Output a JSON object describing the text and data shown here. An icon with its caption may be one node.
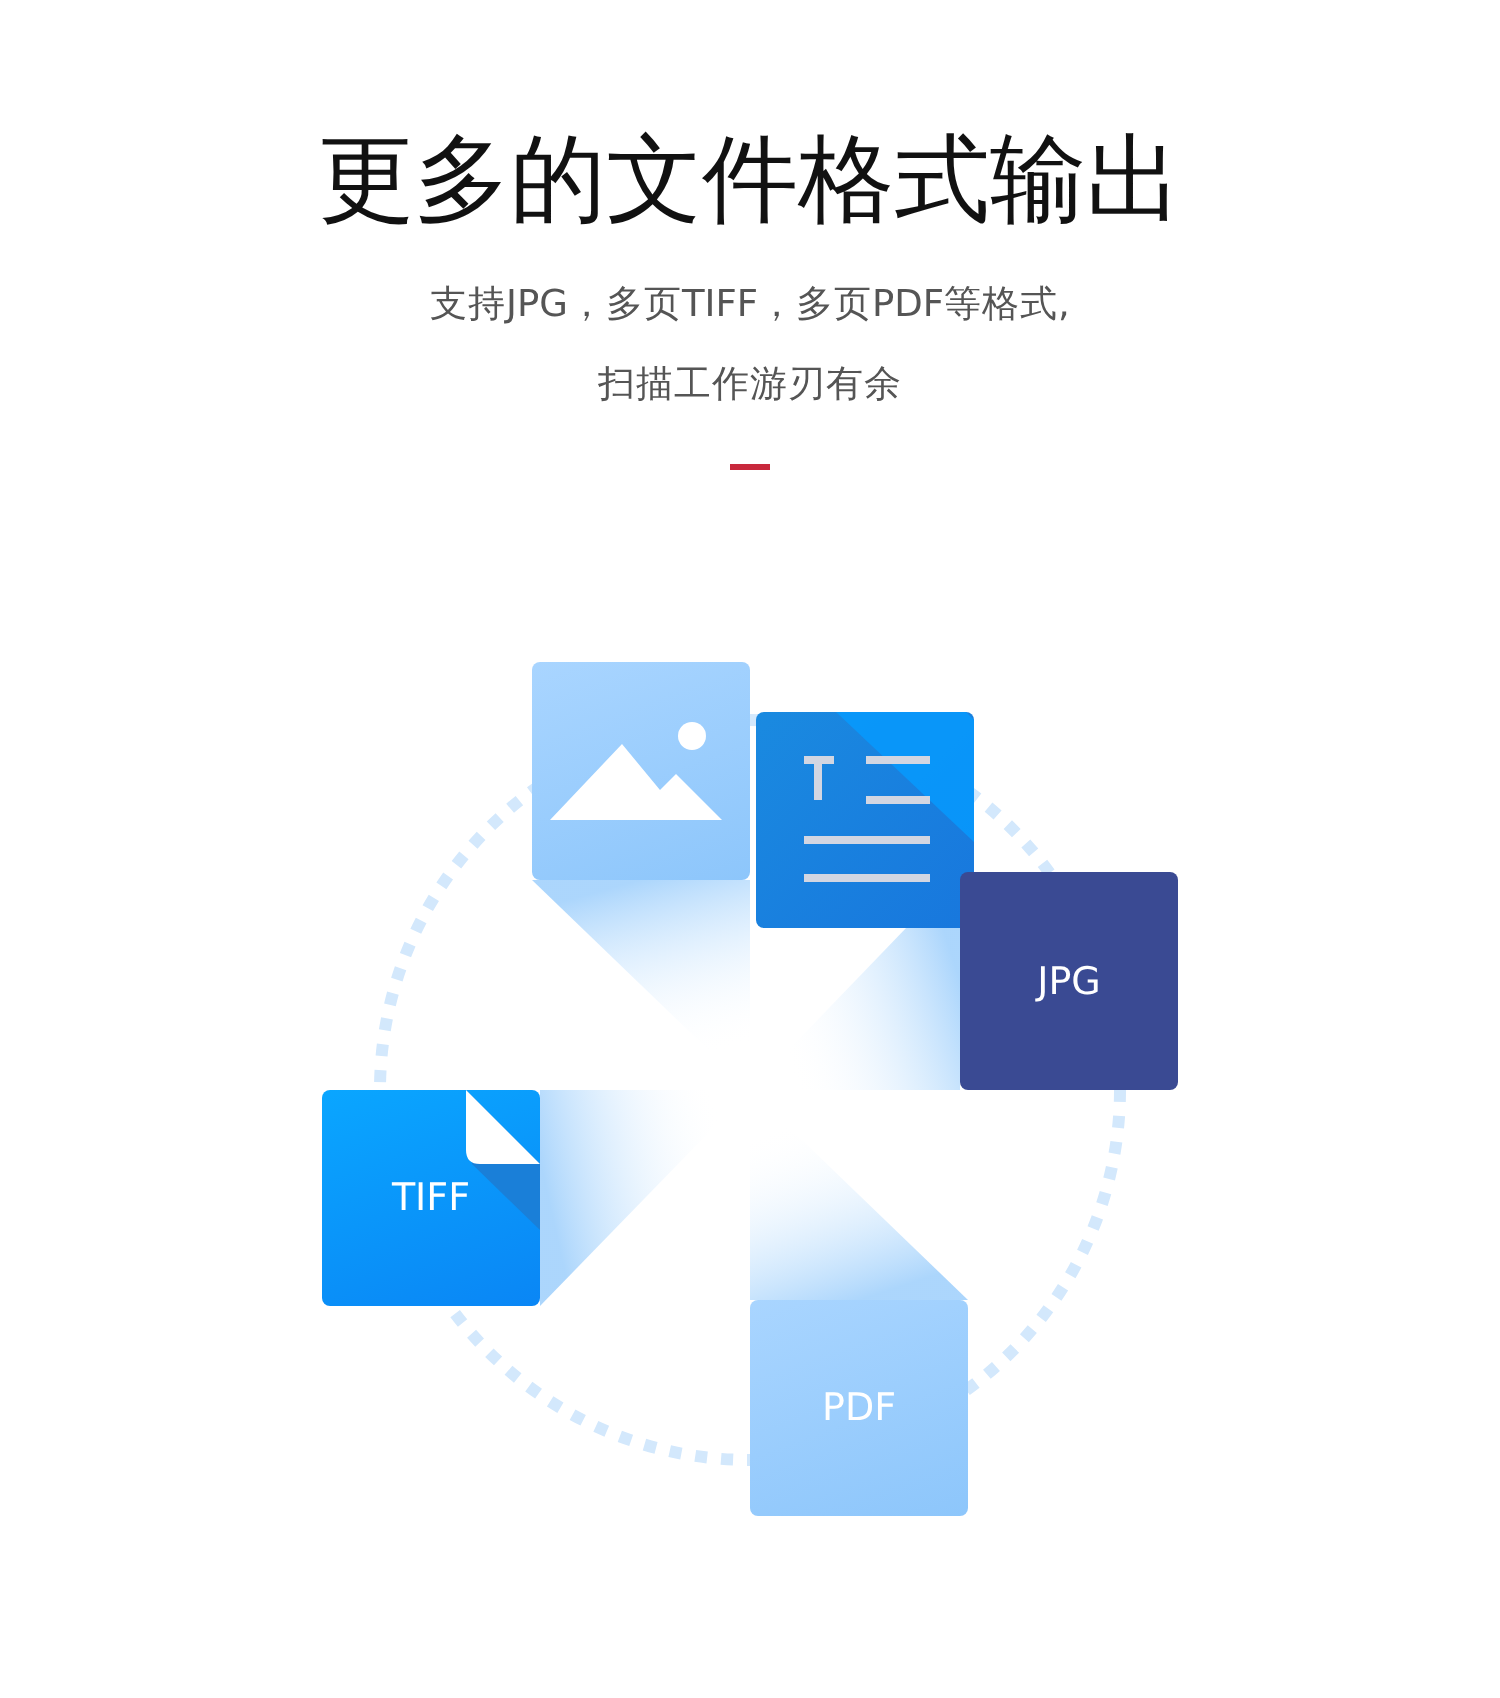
{
  "diagram": {
    "title": "更多的文件格式输出",
    "nodes": [
      {
        "text": [],
        "shape": "picture"
      },
      {
        "text": [],
        "shape": "picture"
      },
      {
        "text": [
          "JPG"
        ]
      },
      {
        "text": [
          "TIFF"
        ]
      },
      {
        "text": [
          "PDF"
        ]
      }
    ],
    "edges": [],
    "labels": [
      "支持JPG，多页TIFF，多页PDF等格式,扫描工作游刃有余"
    ]
  }
}
